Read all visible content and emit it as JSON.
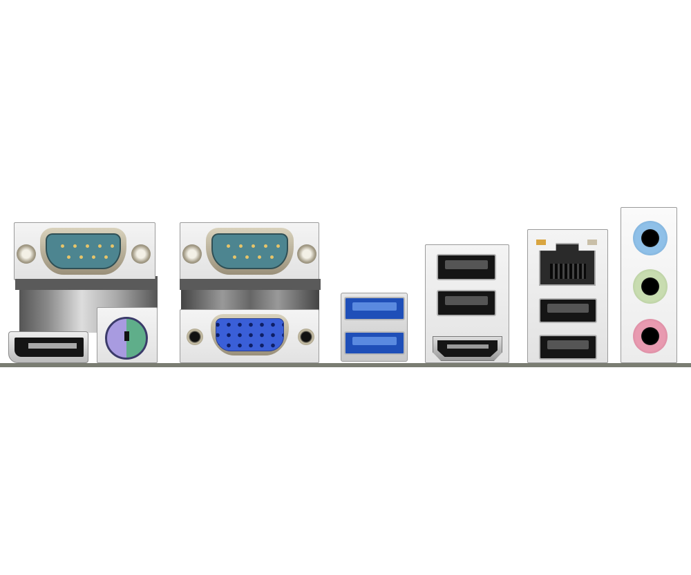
{
  "scene": "motherboard-rear-io-panel",
  "ports": [
    {
      "id": "serial-port-1",
      "type": "db9-icon",
      "color": "#4d8590"
    },
    {
      "id": "displayport",
      "type": "displayport-icon",
      "color": "#151515"
    },
    {
      "id": "ps2-combo-port",
      "type": "ps2-icon",
      "colors": [
        "#a89be0",
        "#5fae8a"
      ]
    },
    {
      "id": "serial-port-2",
      "type": "db9-icon",
      "color": "#4d8590"
    },
    {
      "id": "vga-port",
      "type": "vga-icon",
      "color": "#3a5fd8"
    },
    {
      "id": "usb3-port-1",
      "type": "usb3-icon",
      "color": "#1f4fb8"
    },
    {
      "id": "usb3-port-2",
      "type": "usb3-icon",
      "color": "#1f4fb8"
    },
    {
      "id": "usb2-port-1",
      "type": "usb-icon",
      "color": "#151515"
    },
    {
      "id": "usb2-port-2",
      "type": "usb-icon",
      "color": "#151515"
    },
    {
      "id": "hdmi-port",
      "type": "hdmi-icon",
      "color": "#151515"
    },
    {
      "id": "lan-port",
      "type": "rj45-icon",
      "color": "#2a2a2a"
    },
    {
      "id": "usb2-port-3",
      "type": "usb-icon",
      "color": "#151515"
    },
    {
      "id": "usb2-port-4",
      "type": "usb-icon",
      "color": "#151515"
    },
    {
      "id": "audio-line-in",
      "type": "audio-jack-icon",
      "color": "#8fc0e8"
    },
    {
      "id": "audio-line-out",
      "type": "audio-jack-icon",
      "color": "#c8dcb0"
    },
    {
      "id": "audio-mic",
      "type": "audio-jack-icon",
      "color": "#e89ab0"
    }
  ],
  "colors": {
    "background": "#ffffff",
    "board_edge": "#7a7d72"
  }
}
